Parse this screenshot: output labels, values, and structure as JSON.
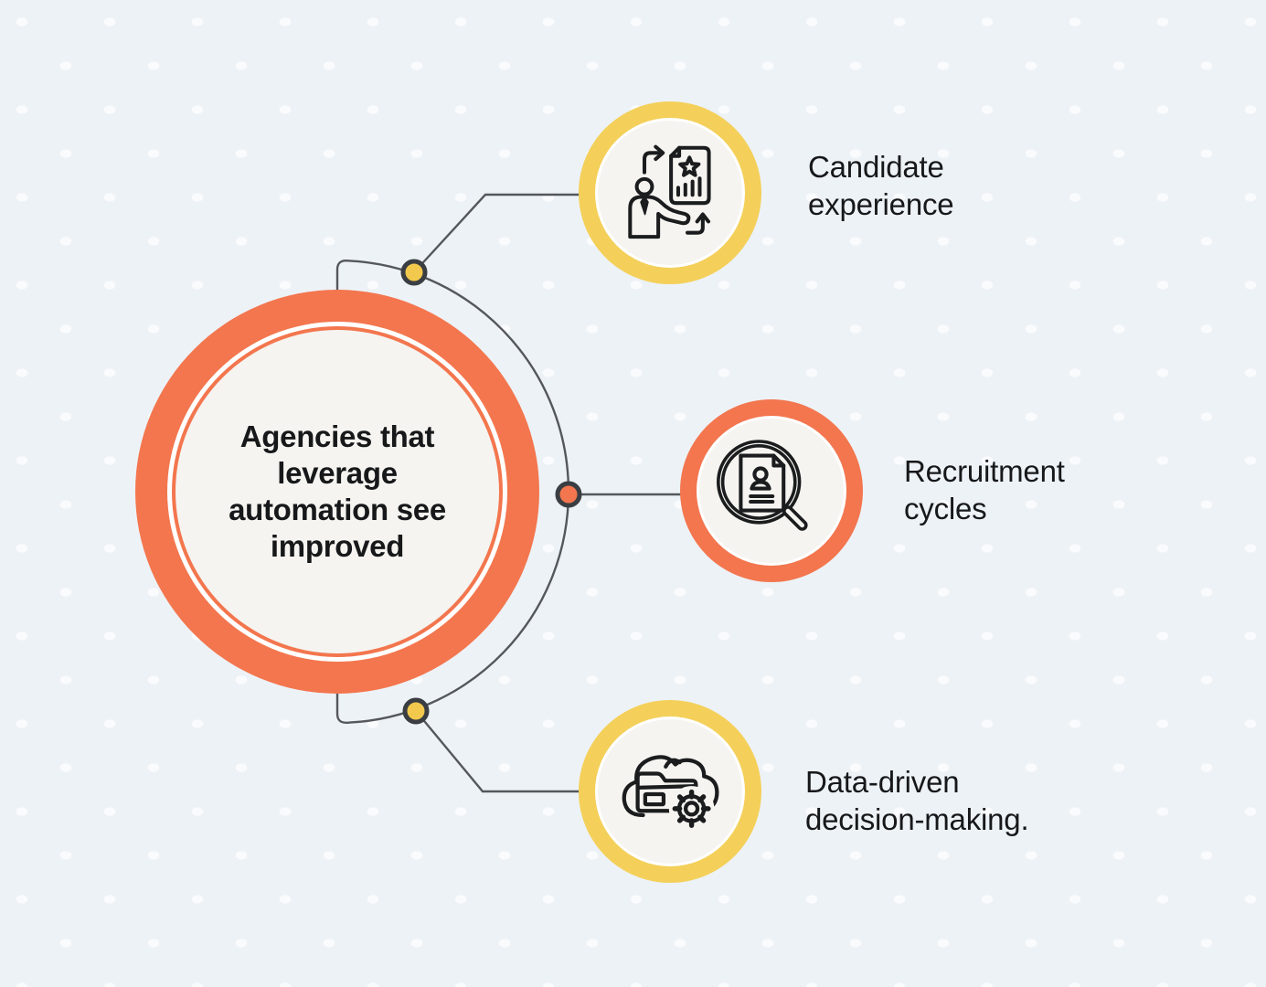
{
  "diagram": {
    "center": {
      "title": "Agencies that leverage automation see improved",
      "title_lines": [
        "Agencies that",
        "leverage",
        "automation see",
        "improved"
      ]
    },
    "branches": [
      {
        "label": "Candidate experience",
        "label_lines": [
          "Candidate",
          "experience"
        ],
        "icon": "person-evaluation-icon",
        "ring_color": "#F4D05A",
        "dot_color": "#F2C94C"
      },
      {
        "label": "Recruitment cycles",
        "label_lines": [
          "Recruitment",
          "cycles"
        ],
        "icon": "resume-search-icon",
        "ring_color": "#F3764E",
        "dot_color": "#F3764E"
      },
      {
        "label": "Data-driven decision-making.",
        "label_lines": [
          "Data-driven",
          "decision-making."
        ],
        "icon": "cloud-data-gear-icon",
        "ring_color": "#F4D05A",
        "dot_color": "#F2C94C"
      }
    ],
    "colors": {
      "background": "#EDF2F7",
      "node_fill": "#F5F4F0",
      "orange": "#F3764E",
      "yellow": "#F4D05A",
      "dot_yellow": "#F2C94C",
      "dot_ring": "#3A3E43",
      "line": "#54575C",
      "text": "#17181A",
      "icon_stroke": "#1B1C1E"
    }
  }
}
